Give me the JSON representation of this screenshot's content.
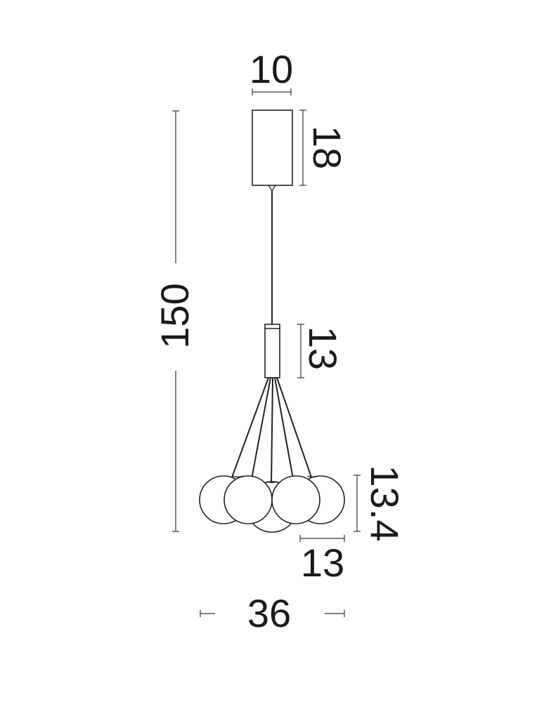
{
  "dimensions": {
    "canopy_width": "10",
    "canopy_height": "18",
    "total_height": "150",
    "connector_height": "13",
    "cluster_height": "13.4",
    "globe_diameter": "13",
    "total_width": "36"
  },
  "colors": {
    "line": "#222222",
    "dimension_line": "#333333",
    "text": "#1a1a1a",
    "background": "#ffffff"
  }
}
